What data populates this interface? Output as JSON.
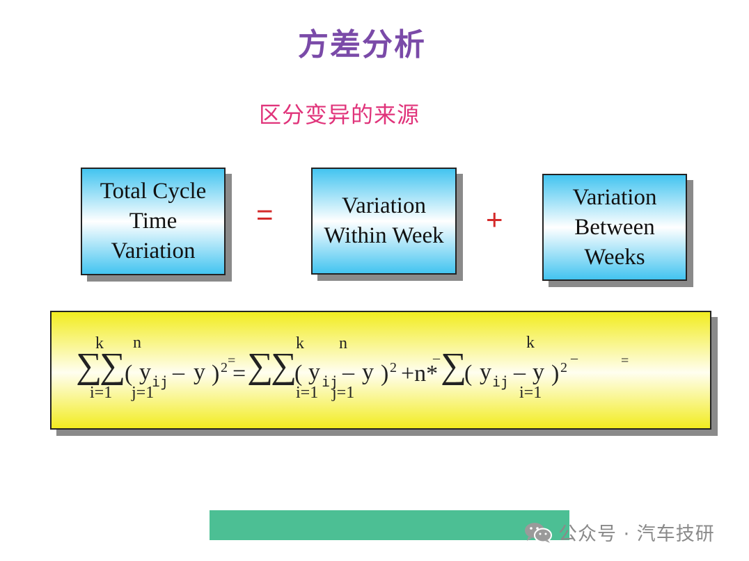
{
  "page": {
    "title": "方差分析",
    "subtitle": "区分变异的来源"
  },
  "boxes": {
    "total": [
      "Total Cycle",
      "Time",
      "Variation"
    ],
    "within": [
      "Variation",
      "Within Week"
    ],
    "between": [
      "Variation",
      "Between",
      "Weeks"
    ]
  },
  "operators": {
    "equals": "=",
    "plus": "+"
  },
  "formula": {
    "sigma": "∑",
    "k": "k",
    "n": "n",
    "i1": "i=1",
    "j1": "j=1",
    "open": "(",
    "y": "y",
    "ij": "ij",
    "minus": "–",
    "close": ")",
    "sq": "2",
    "dbar": "=",
    "bar": "–",
    "eq": "=",
    "n_times": "+n*"
  },
  "watermark": {
    "text": "公众号 · 汽车技研",
    "icon": "wechat-icon"
  }
}
